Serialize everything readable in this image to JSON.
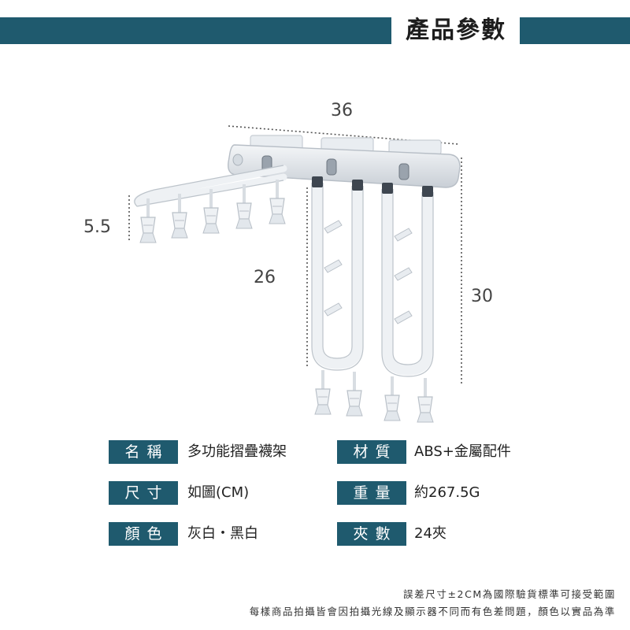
{
  "header": {
    "title": "產品參數",
    "band_color": "#1f5a6e"
  },
  "dimensions": {
    "width": "36",
    "rod_length": "5.5",
    "arm_length": "26",
    "total_height": "30"
  },
  "specs": [
    {
      "label": "名稱",
      "value": "多功能摺疊襪架"
    },
    {
      "label": "材質",
      "value": "ABS+金屬配件"
    },
    {
      "label": "尺寸",
      "value": "如圖(CM)"
    },
    {
      "label": "重量",
      "value": "約267.5G"
    },
    {
      "label": "顏色",
      "value": "灰白・黑白"
    },
    {
      "label": "夾數",
      "value": "24夾"
    }
  ],
  "footnotes": [
    "誤差尺寸±2CM為國際驗貨標準可接受範圍",
    "每樣商品拍攝皆會因拍攝光線及顯示器不同而有色差問題，顏色以實品為準"
  ]
}
